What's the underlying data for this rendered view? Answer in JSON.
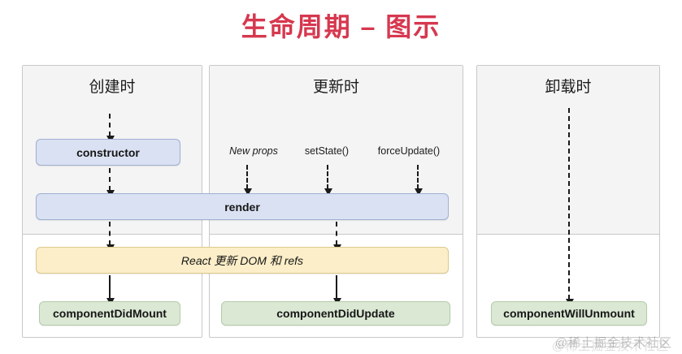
{
  "title": "生命周期 – 图示",
  "title_color": "#d6384f",
  "columns": [
    {
      "id": "mount",
      "title": "创建时"
    },
    {
      "id": "update",
      "title": "更新时"
    },
    {
      "id": "unmount",
      "title": "卸载时"
    }
  ],
  "triggers": [
    {
      "label": "New props",
      "italic": true
    },
    {
      "label": "setState()",
      "italic": false
    },
    {
      "label": "forceUpdate()",
      "italic": false
    }
  ],
  "boxes": {
    "constructor": {
      "label": "constructor",
      "color": "#dae1f3"
    },
    "render": {
      "label": "render",
      "color": "#dae1f3"
    },
    "react_commit": {
      "label": "React 更新 DOM 和 refs",
      "color": "#fbeec8"
    },
    "did_mount": {
      "label": "componentDidMount",
      "color": "#dbe8d4"
    },
    "did_update": {
      "label": "componentDidUpdate",
      "color": "#dbe8d4"
    },
    "will_unmount": {
      "label": "componentWillUnmount",
      "color": "#dbe8d4"
    }
  },
  "watermark": "@稀土掘金技术社区"
}
